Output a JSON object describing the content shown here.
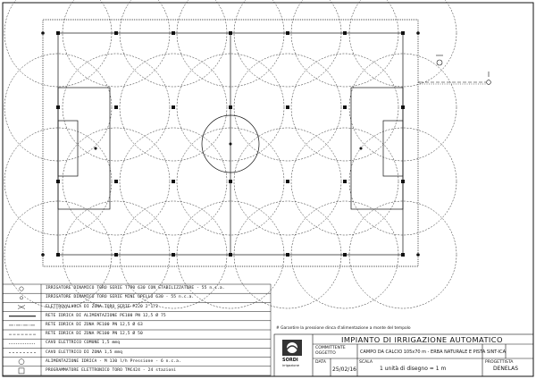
{
  "legend": [
    "IRRIGATORE DINAMICO TORO SERIE T7P0 630 CON STABILIZZATORE - 55 n.c.a.",
    "IRRIGATORE DINAMICO TORO SERIE MINI OPELLO 630 - 55 n.c.a.",
    "ELETTROVALVOLA DI ZONA TORO SERIE P220 2\"1/2",
    "RETE IDRICA DI ALIMENTAZIONE PE100 PN 12,5 Ø 75",
    "RETE IDRICA DI ZONA PE100 PN 12,5 Ø 63",
    "RETE IDRICA DI ZONA PE100 PN 12,5 Ø 50",
    "CAVO ELETTRICO COMUNE 1,5 mmq",
    "CAVO ELETTRICO DI ZONA 1,5 mmq",
    "ALIMENTAZIONE IDRICA - M 130 l/h Pressione - 6 n.c.a.",
    "PROGRAMMATORE ELETTRONICO TORO TMC424 - 24 stazioni"
  ],
  "note": "# Garantire la pressione dinca d'alimentazione a monte del tempolo",
  "title_block": {
    "title": "IMPIANTO DI IRRIGAZIONE AUTOMATICO",
    "committente_label": "COMMITTENTE",
    "commessa_label": "OGGETTO",
    "committente_value": "CAMPO DA CALCIO 105x70 m - ERBA NATURALE E PISTA SINT-ICA",
    "date_label": "DATA",
    "date": "25/02/16",
    "scale_label": "SCALA",
    "scale": "1 unità di disegno = 1 m",
    "designer_label": "PROGETTISTA",
    "designer": "DENELAS",
    "logo_text": "SORDI",
    "logo_sub": "irrigazione"
  }
}
